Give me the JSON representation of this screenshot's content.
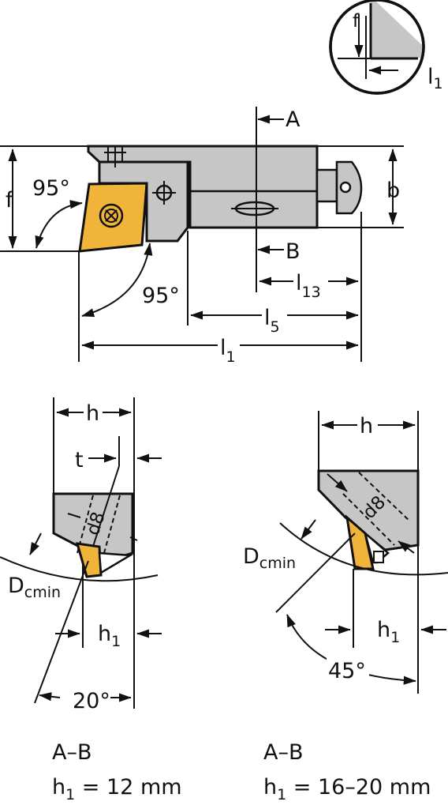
{
  "colors": {
    "body_gray": "#c6c6c6",
    "insert_gold": "#f0b43a",
    "line": "#111111",
    "background": "#ffffff"
  },
  "top_view": {
    "section_a": "A",
    "section_b": "B",
    "dim_f": "f",
    "dim_b": "b",
    "angle_top": "95°",
    "angle_bottom": "95°",
    "dim_l13": {
      "base": "l",
      "sub": "13"
    },
    "dim_l5": {
      "base": "l",
      "sub": "5"
    },
    "dim_l1": {
      "base": "l",
      "sub": "1"
    }
  },
  "detail_circle": {
    "dim_f": "f",
    "dim_l1": {
      "base": "l",
      "sub": "1"
    }
  },
  "section_left": {
    "dim_h": "h",
    "dim_t": "t",
    "dim_d8": "d8",
    "dcmin": {
      "base": "D",
      "sub": "cmin"
    },
    "dim_h1": {
      "base": "h",
      "sub": "1"
    },
    "angle": "20°",
    "caption_title": "A–B",
    "caption_value": {
      "base": "h",
      "sub": "1",
      "rest": " = 12 mm"
    }
  },
  "section_right": {
    "dim_h": "h",
    "dim_d8": "d8",
    "dcmin": {
      "base": "D",
      "sub": "cmin"
    },
    "dim_h1": {
      "base": "h",
      "sub": "1"
    },
    "angle": "45°",
    "caption_title": "A–B",
    "caption_value": {
      "base": "h",
      "sub": "1",
      "rest": " = 16–20 mm"
    }
  }
}
